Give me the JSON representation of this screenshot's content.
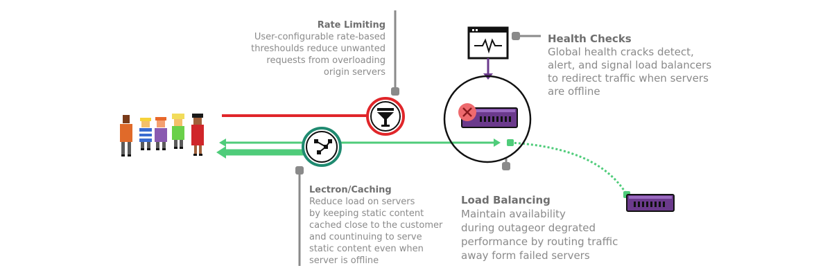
{
  "rate_limiting": {
    "title": "Rate Limiting",
    "lines": [
      "User-configurable rate-based",
      "threshoulds reduce unwanted",
      "requests from overloading",
      "origin servers"
    ]
  },
  "health_checks": {
    "title": "Health Checks",
    "lines": [
      "Global health cracks detect,",
      "alert, and signal load balancers",
      "to redirect traffic when servers",
      "are offline"
    ]
  },
  "caching": {
    "title": "Lectron/Caching",
    "lines": [
      "Reduce load on servers",
      "by keeping static content",
      "cached close to the customer",
      "and countinuing to serve",
      "static content even when",
      "server is offline"
    ]
  },
  "load_balancing": {
    "title": "Load Balancing",
    "lines": [
      "Maintain availability",
      "during outageor degrated",
      "performance by routing traffic",
      "away form failed servers"
    ]
  },
  "colors": {
    "red": "#e0262a",
    "green": "#4fcc7a",
    "teal": "#1f8a70",
    "purple": "#6b3a8c",
    "gray": "#8a8a8a",
    "dark": "#111111"
  },
  "icons": [
    "people-group-icon",
    "funnel-filter-icon",
    "network-cache-icon",
    "heartbeat-monitor-icon",
    "server-icon",
    "failed-x-icon"
  ]
}
